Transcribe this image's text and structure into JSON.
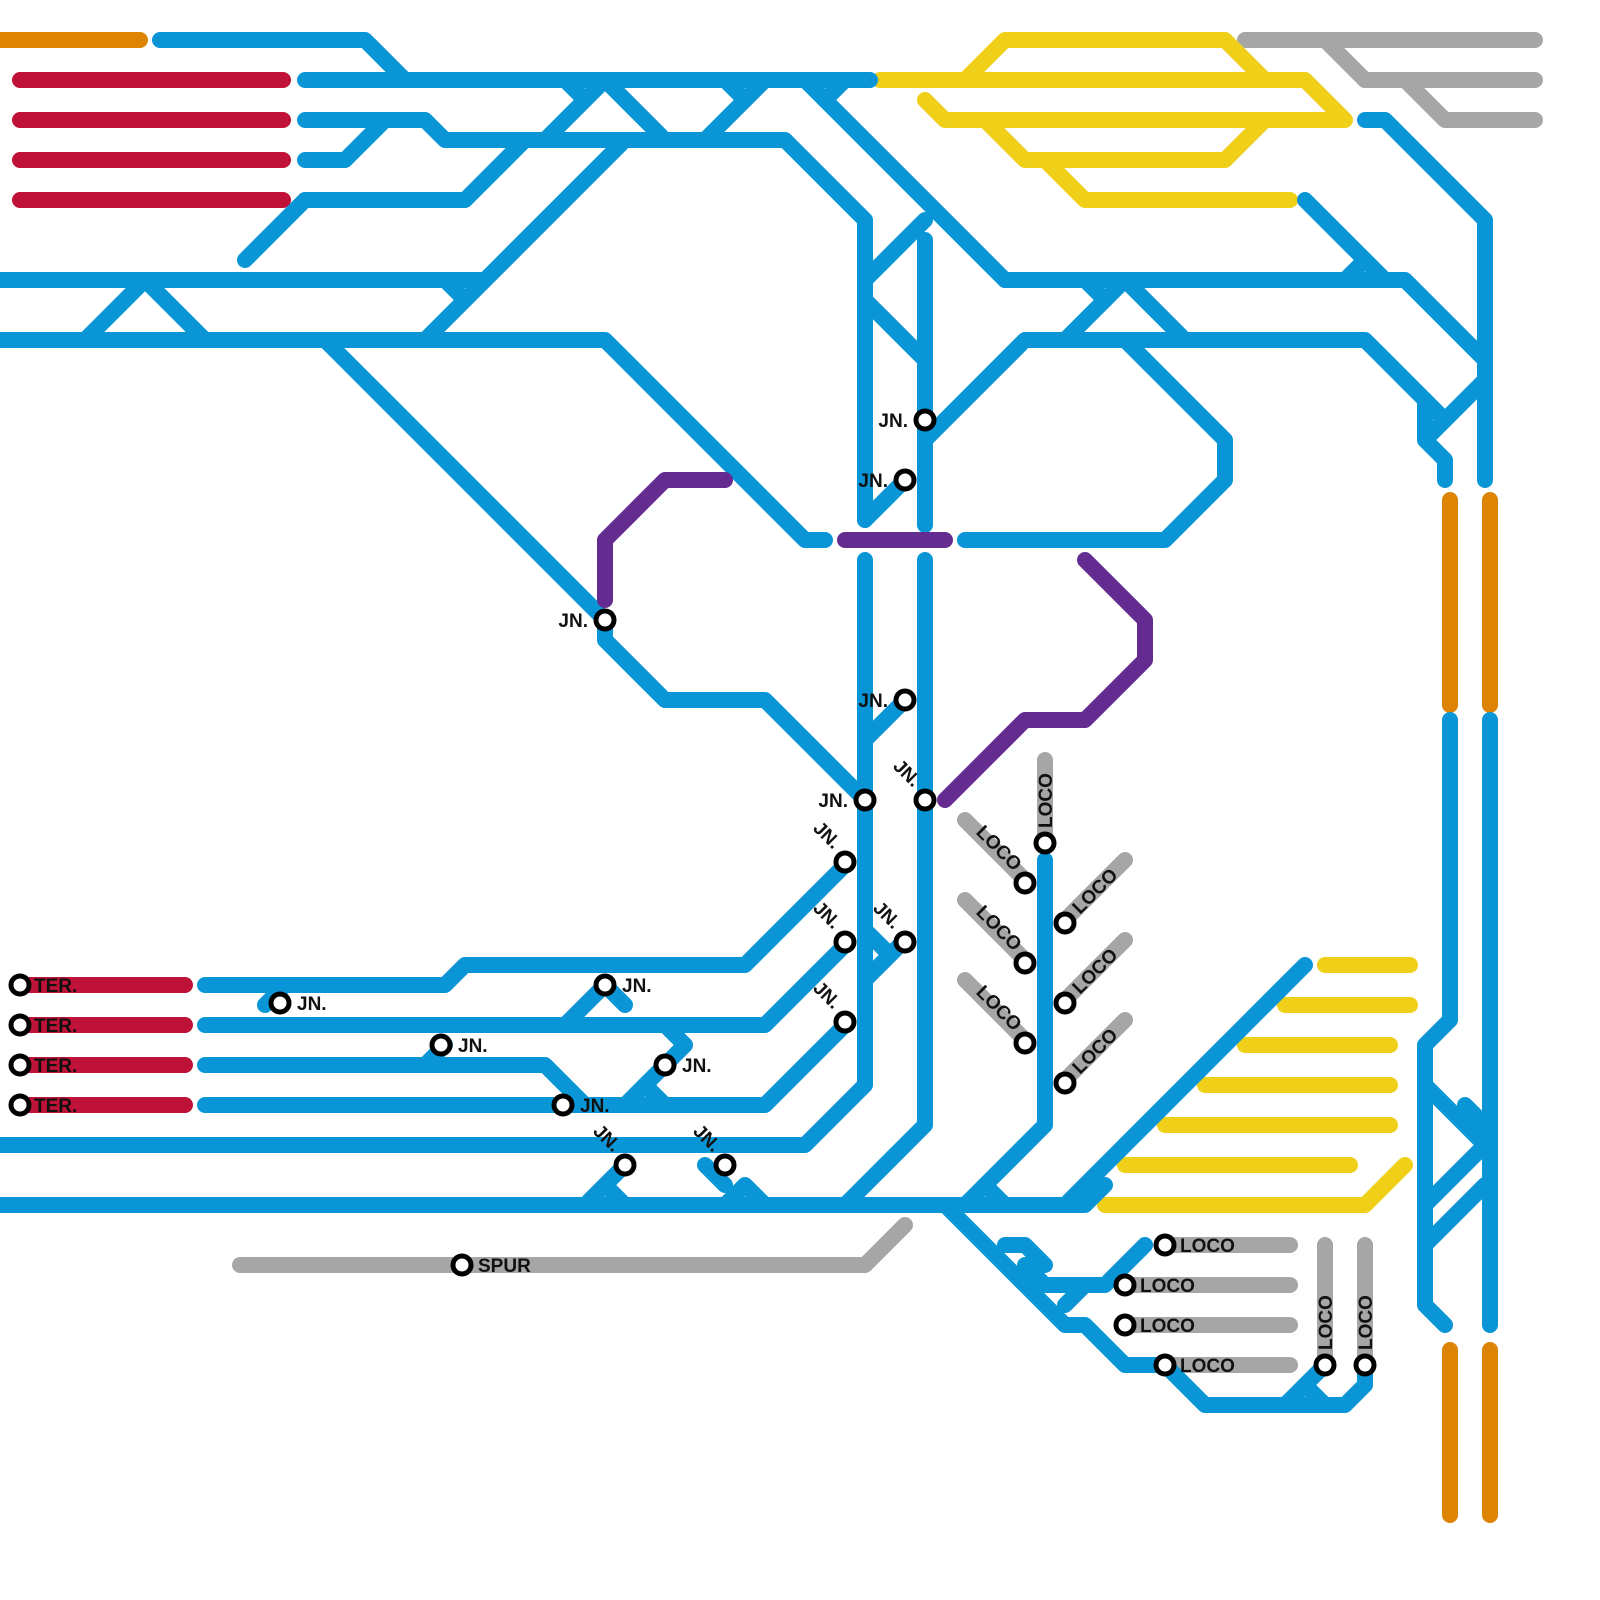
{
  "colors": {
    "main": "#0A96D6",
    "terminal": "#BE1238",
    "yard": "#F0CF18",
    "siding": "#A6A6A6",
    "connector": "#642C90",
    "branch": "#DE8404"
  },
  "labels": {
    "junction": "JN.",
    "terminal": "TER.",
    "loco": "LOCO",
    "spur": "SPUR"
  },
  "stations": [
    {
      "id": "jn-1",
      "type": "junction"
    },
    {
      "id": "jn-2",
      "type": "junction"
    },
    {
      "id": "jn-3",
      "type": "junction"
    },
    {
      "id": "jn-4",
      "type": "junction"
    },
    {
      "id": "jn-5",
      "type": "junction"
    },
    {
      "id": "jn-6",
      "type": "junction"
    },
    {
      "id": "jn-7",
      "type": "junction"
    },
    {
      "id": "jn-8",
      "type": "junction"
    },
    {
      "id": "jn-9",
      "type": "junction"
    },
    {
      "id": "jn-10",
      "type": "junction"
    },
    {
      "id": "jn-11",
      "type": "junction"
    },
    {
      "id": "jn-12",
      "type": "junction"
    },
    {
      "id": "jn-13",
      "type": "junction"
    },
    {
      "id": "jn-14",
      "type": "junction"
    },
    {
      "id": "jn-15",
      "type": "junction"
    },
    {
      "id": "jn-16",
      "type": "junction"
    },
    {
      "id": "jn-17",
      "type": "junction"
    },
    {
      "id": "jn-18",
      "type": "junction"
    },
    {
      "id": "ter-1",
      "type": "terminal"
    },
    {
      "id": "ter-2",
      "type": "terminal"
    },
    {
      "id": "ter-3",
      "type": "terminal"
    },
    {
      "id": "ter-4",
      "type": "terminal"
    },
    {
      "id": "loco-1",
      "type": "loco"
    },
    {
      "id": "loco-2",
      "type": "loco"
    },
    {
      "id": "loco-3",
      "type": "loco"
    },
    {
      "id": "loco-4",
      "type": "loco"
    },
    {
      "id": "loco-5",
      "type": "loco"
    },
    {
      "id": "loco-6",
      "type": "loco"
    },
    {
      "id": "loco-7",
      "type": "loco"
    },
    {
      "id": "loco-8",
      "type": "loco"
    },
    {
      "id": "loco-9",
      "type": "loco"
    },
    {
      "id": "loco-10",
      "type": "loco"
    },
    {
      "id": "loco-11",
      "type": "loco"
    },
    {
      "id": "loco-12",
      "type": "loco"
    },
    {
      "id": "loco-13",
      "type": "loco"
    },
    {
      "id": "spur-1",
      "type": "spur"
    }
  ]
}
